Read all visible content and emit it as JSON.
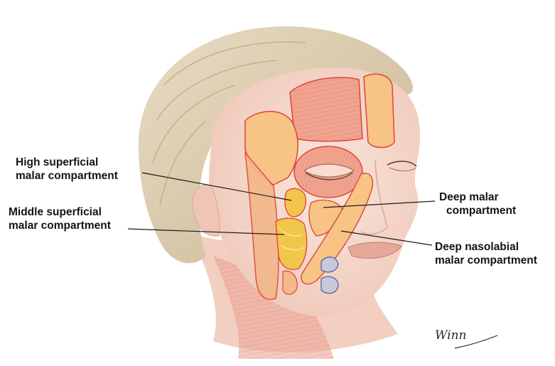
{
  "labels": {
    "high_superficial": [
      "High superficial",
      "malar compartment"
    ],
    "middle_superficial": [
      "Middle superficial",
      "malar compartment"
    ],
    "deep_malar": [
      "Deep malar",
      "compartment"
    ],
    "deep_nasolabial": [
      "Deep nasolabial",
      "malar compartment"
    ]
  },
  "signature": "Winn",
  "colors": {
    "skin": "#f6d9cc",
    "hair": "#d8c8ae",
    "muscle": "#e9968c",
    "fat": "#f6c98a",
    "outline": "#e0433a",
    "compartment_yellow": "#f2c64a",
    "compartment_blue_outline": "#5b5f9a",
    "leader_line": "#1a1a1a"
  }
}
